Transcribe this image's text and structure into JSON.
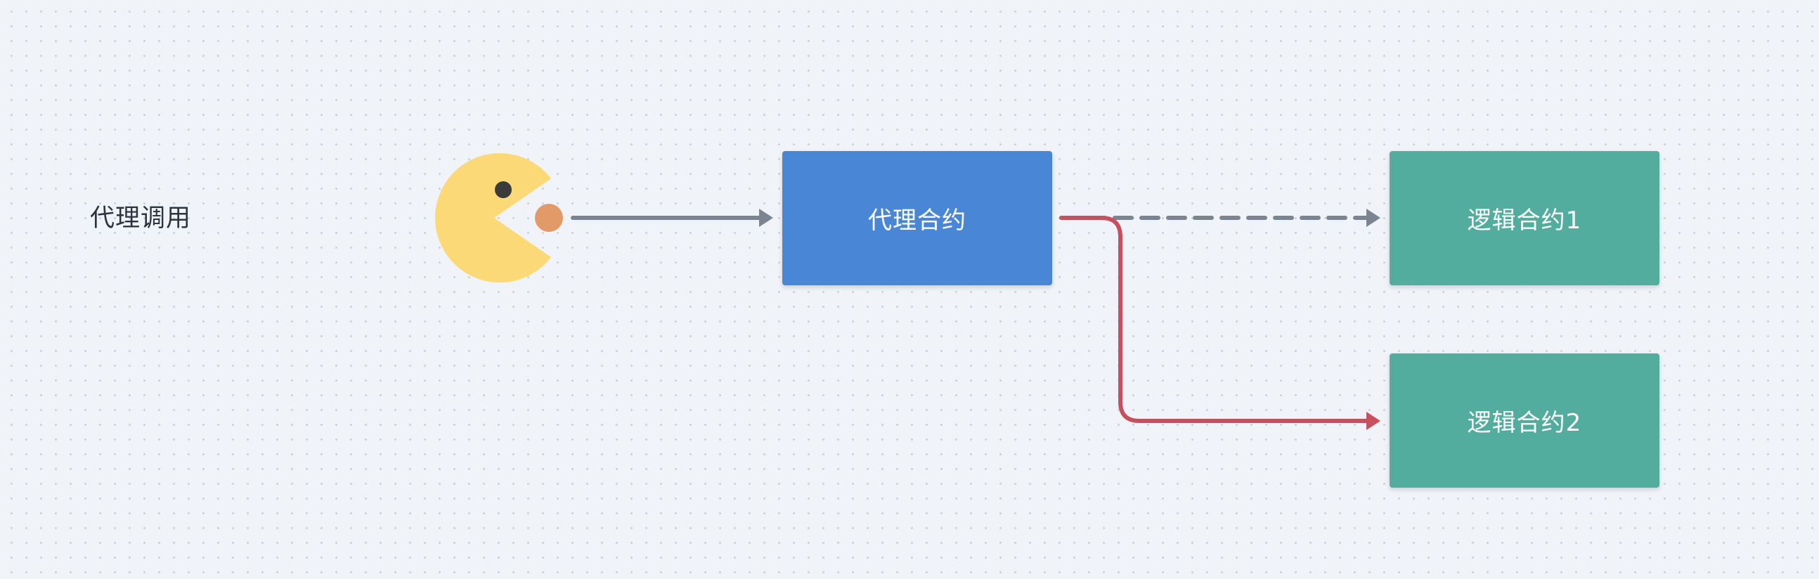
{
  "caption": "代理调用",
  "nodes": {
    "proxy": {
      "label": "代理合约",
      "color": "#4a86d6"
    },
    "logic1": {
      "label": "逻辑合约1",
      "color": "#52ad9e"
    },
    "logic2": {
      "label": "逻辑合约2",
      "color": "#52ad9e"
    }
  },
  "caller_icon": {
    "name": "pacman-icon",
    "body_color": "#fbd976",
    "eye_color": "#3b3b3b",
    "pellet_color": "#e39a69"
  },
  "edges": [
    {
      "from": "caller",
      "to": "proxy",
      "style": "solid",
      "color": "#7b8592"
    },
    {
      "from": "proxy",
      "to": "logic1",
      "style": "dashed",
      "color": "#7b8592"
    },
    {
      "from": "proxy",
      "to": "logic2",
      "style": "solid",
      "color": "#c8505e"
    }
  ]
}
